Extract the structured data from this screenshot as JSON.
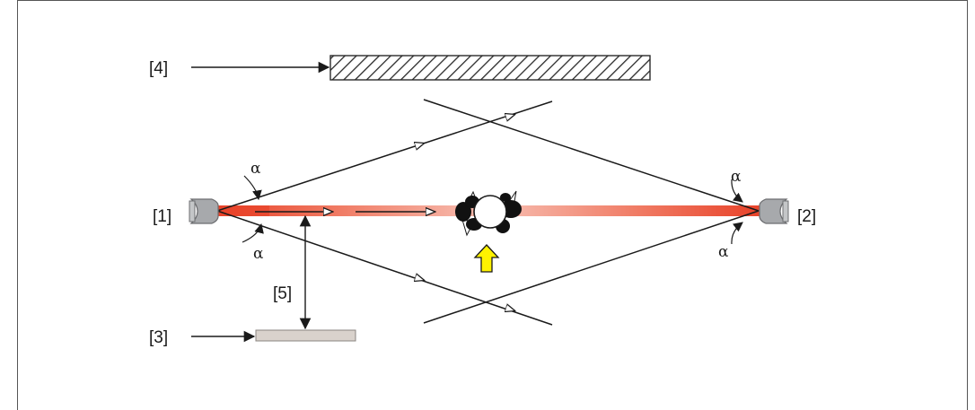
{
  "labels": {
    "emitter": "[1]",
    "receiver": "[2]",
    "lower_reflector": "[3]",
    "upper_reflector": "[4]",
    "distance": "[5]"
  },
  "angle_symbol": "α",
  "colors": {
    "beam": "#e8432a",
    "reflector_hatched": "#2a2a2a",
    "reflector_lower": "#d9d2cc",
    "sensor_body": "#a7a9ac",
    "arrow_yellow": "#fff200"
  },
  "icons": {
    "emitter": "sensor-head-icon",
    "receiver": "sensor-head-icon",
    "object": "target-object-icon",
    "movement": "up-arrow-icon"
  }
}
